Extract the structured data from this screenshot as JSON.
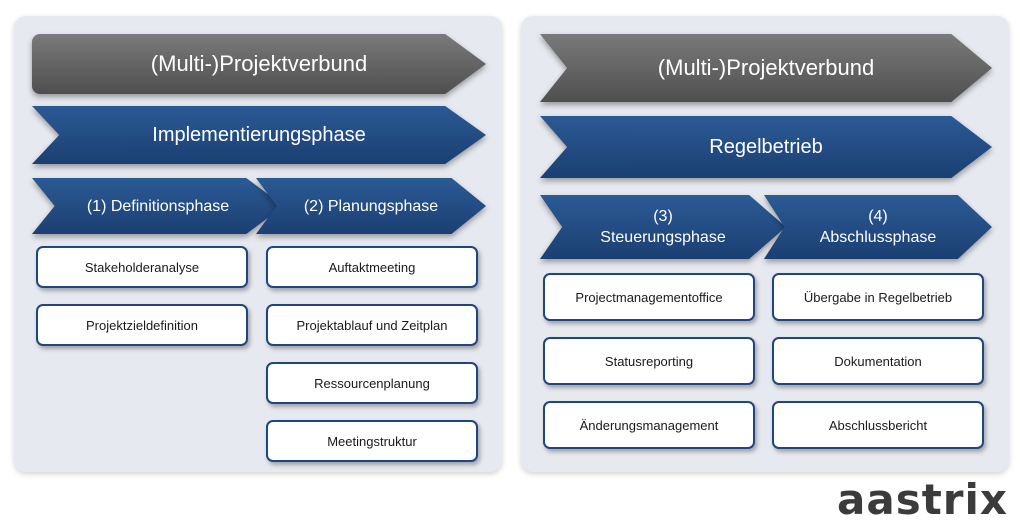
{
  "left": {
    "top_label": "(Multi-)Projektverbund",
    "phase_label": "Implementierungsphase",
    "sub_left": "(1) Definitionsphase",
    "sub_right": "(2) Planungsphase",
    "items_left": [
      "Stakeholderanalyse",
      "Projektzieldefinition"
    ],
    "items_right": [
      "Auftaktmeeting",
      "Projektablauf und Zeitplan",
      "Ressourcenplanung",
      "Meetingstruktur"
    ]
  },
  "right": {
    "top_label": "(Multi-)Projektverbund",
    "phase_label": "Regelbetrieb",
    "sub_left_num": "(3)",
    "sub_left": "Steuerungsphase",
    "sub_right_num": "(4)",
    "sub_right": "Abschlussphase",
    "items_left": [
      "Projectmanagementoffice",
      "Statusreporting",
      "Änderungsmanagement"
    ],
    "items_right": [
      "Übergabe in Regelbetrieb",
      "Dokumentation",
      "Abschlussbericht"
    ]
  },
  "logo": "aastrix"
}
